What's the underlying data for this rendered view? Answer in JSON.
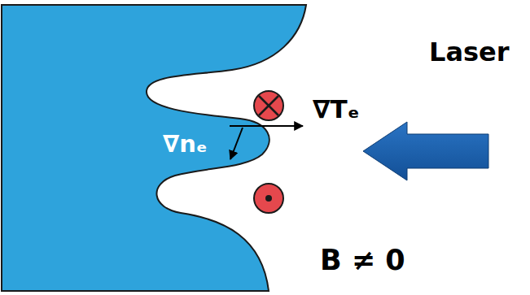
{
  "diagram": {
    "labels": [
      "∇Tₑ",
      "∇nₑ",
      "Laser",
      "B ≠ 0"
    ]
  }
}
